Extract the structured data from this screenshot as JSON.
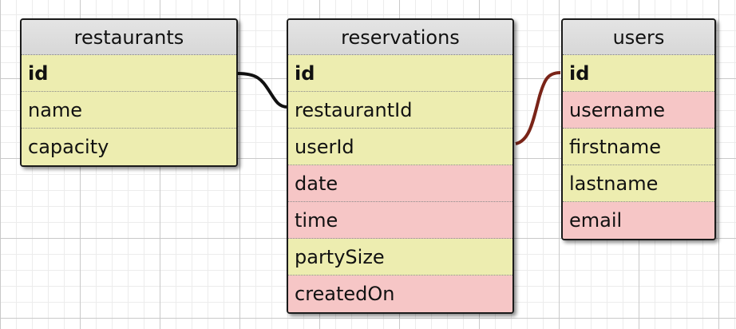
{
  "tables": {
    "restaurants": {
      "title": "restaurants",
      "fields": [
        {
          "name": "id",
          "key": true,
          "color": "yellow"
        },
        {
          "name": "name",
          "key": false,
          "color": "yellow"
        },
        {
          "name": "capacity",
          "key": false,
          "color": "yellow"
        }
      ]
    },
    "reservations": {
      "title": "reservations",
      "fields": [
        {
          "name": "id",
          "key": true,
          "color": "yellow"
        },
        {
          "name": "restaurantId",
          "key": false,
          "color": "yellow"
        },
        {
          "name": "userId",
          "key": false,
          "color": "yellow"
        },
        {
          "name": "date",
          "key": false,
          "color": "pink"
        },
        {
          "name": "time",
          "key": false,
          "color": "pink"
        },
        {
          "name": "partySize",
          "key": false,
          "color": "yellow"
        },
        {
          "name": "createdOn",
          "key": false,
          "color": "pink"
        }
      ]
    },
    "users": {
      "title": "users",
      "fields": [
        {
          "name": "id",
          "key": true,
          "color": "yellow"
        },
        {
          "name": "username",
          "key": false,
          "color": "pink"
        },
        {
          "name": "firstname",
          "key": false,
          "color": "yellow"
        },
        {
          "name": "lastname",
          "key": false,
          "color": "yellow"
        },
        {
          "name": "email",
          "key": false,
          "color": "pink"
        }
      ]
    }
  },
  "relations": [
    {
      "from": "restaurants.id",
      "to": "reservations.restaurantId",
      "color": "#111111"
    },
    {
      "from": "users.id",
      "to": "reservations.userId",
      "color": "#7a2418"
    }
  ],
  "colors": {
    "field_yellow": "#ededb0",
    "field_pink": "#f6c6c6",
    "header_gray": "#dcdcdc"
  }
}
